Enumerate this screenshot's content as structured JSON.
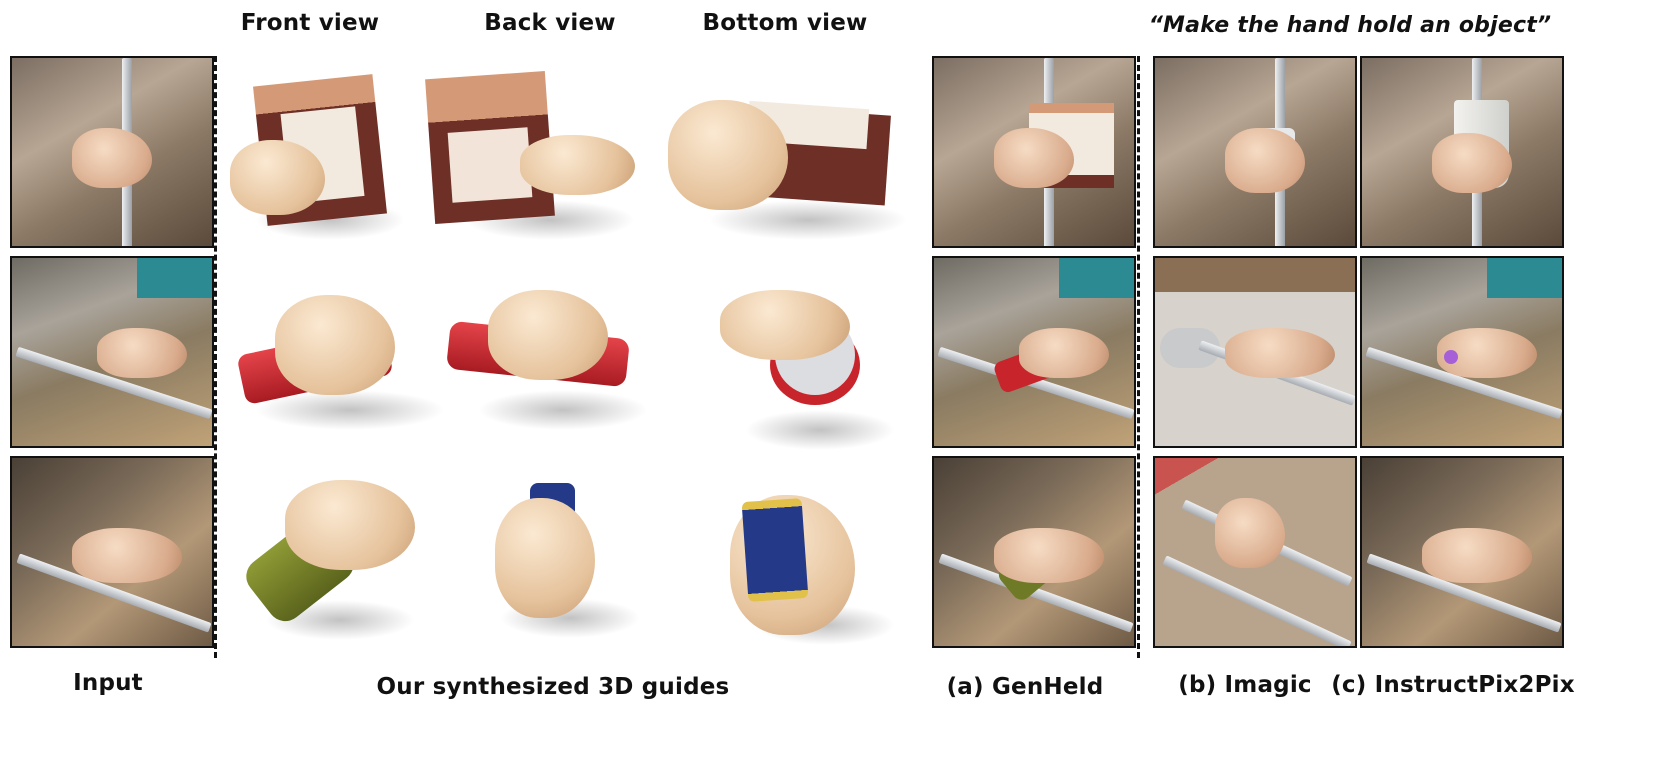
{
  "column_headers": {
    "front_view": "Front view",
    "back_view": "Back view",
    "bottom_view": "Bottom view",
    "prompt": "“Make the hand hold an object”"
  },
  "captions": {
    "input": "Input",
    "guides": "Our synthesized 3D guides",
    "genheld": "(a) GenHeld",
    "imagic": "(b) Imagic",
    "instructpix2pix": "(c) InstructPix2Pix"
  },
  "colors": {
    "box_brown": "#6e2f26",
    "box_peach": "#d49a78",
    "can_red": "#c8242b",
    "lid_grey": "#dcdde0",
    "tin_olive": "#6f7a26",
    "tin_blue": "#243a88",
    "skin": "#f1d6b6",
    "divider": "#111111"
  }
}
